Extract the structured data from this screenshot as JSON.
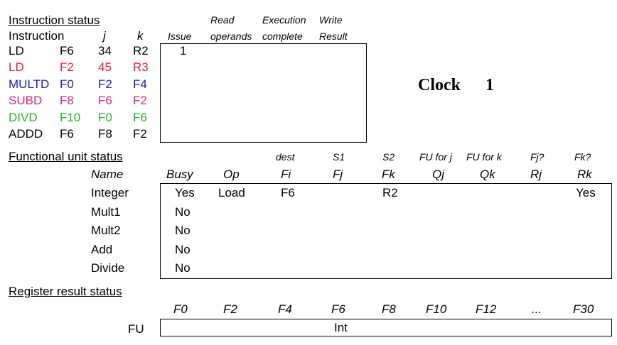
{
  "instruction_status": {
    "title": "Instruction status",
    "headers": {
      "instruction": "Instruction",
      "j": "j",
      "k": "k",
      "issue": "Issue",
      "read_top": "Read",
      "read_bottom": "operands",
      "exec_top": "Execution",
      "exec_bottom": "complete",
      "write_top": "Write",
      "write_bottom": "Result"
    },
    "rows": [
      {
        "op": "LD",
        "dest": "F6",
        "j": "34",
        "k": "R2",
        "issue": "1",
        "color": "#000000"
      },
      {
        "op": "LD",
        "dest": "F2",
        "j": "45",
        "k": "R3",
        "issue": "",
        "color": "#e8202a"
      },
      {
        "op": "MULTD",
        "dest": "F0",
        "j": "F2",
        "k": "F4",
        "issue": "",
        "color": "#1a1acc"
      },
      {
        "op": "SUBD",
        "dest": "F8",
        "j": "F6",
        "k": "F2",
        "issue": "",
        "color": "#e0208a"
      },
      {
        "op": "DIVD",
        "dest": "F10",
        "j": "F0",
        "k": "F6",
        "issue": "",
        "color": "#22b022"
      },
      {
        "op": "ADDD",
        "dest": "F6",
        "j": "F8",
        "k": "F2",
        "issue": "",
        "color": "#000000"
      }
    ]
  },
  "clock": {
    "label": "Clock",
    "value": "1"
  },
  "functional_unit_status": {
    "title": "Functional unit status",
    "headers_top": {
      "dest": "dest",
      "s1": "S1",
      "s2": "S2",
      "fu_j": "FU for j",
      "fu_k": "FU for k",
      "fj": "Fj?",
      "fk": "Fk?"
    },
    "headers": {
      "name": "Name",
      "busy": "Busy",
      "op": "Op",
      "fi": "Fi",
      "fj": "Fj",
      "fk": "Fk",
      "qj": "Qj",
      "qk": "Qk",
      "rj": "Rj",
      "rk": "Rk"
    },
    "rows": [
      {
        "name": "Integer",
        "busy": "Yes",
        "op": "Load",
        "fi": "F6",
        "fj": "",
        "fk": "R2",
        "qj": "",
        "qk": "",
        "rj": "",
        "rk": "Yes"
      },
      {
        "name": "Mult1",
        "busy": "No",
        "op": "",
        "fi": "",
        "fj": "",
        "fk": "",
        "qj": "",
        "qk": "",
        "rj": "",
        "rk": ""
      },
      {
        "name": "Mult2",
        "busy": "No",
        "op": "",
        "fi": "",
        "fj": "",
        "fk": "",
        "qj": "",
        "qk": "",
        "rj": "",
        "rk": ""
      },
      {
        "name": "Add",
        "busy": "No",
        "op": "",
        "fi": "",
        "fj": "",
        "fk": "",
        "qj": "",
        "qk": "",
        "rj": "",
        "rk": ""
      },
      {
        "name": "Divide",
        "busy": "No",
        "op": "",
        "fi": "",
        "fj": "",
        "fk": "",
        "qj": "",
        "qk": "",
        "rj": "",
        "rk": ""
      }
    ]
  },
  "register_result_status": {
    "title": "Register result status",
    "registers": [
      "F0",
      "F2",
      "F4",
      "F6",
      "F8",
      "F10",
      "F12",
      "...",
      "F30"
    ],
    "row_label": "FU",
    "values": [
      "",
      "",
      "",
      "Int",
      "",
      "",
      "",
      "",
      ""
    ]
  }
}
